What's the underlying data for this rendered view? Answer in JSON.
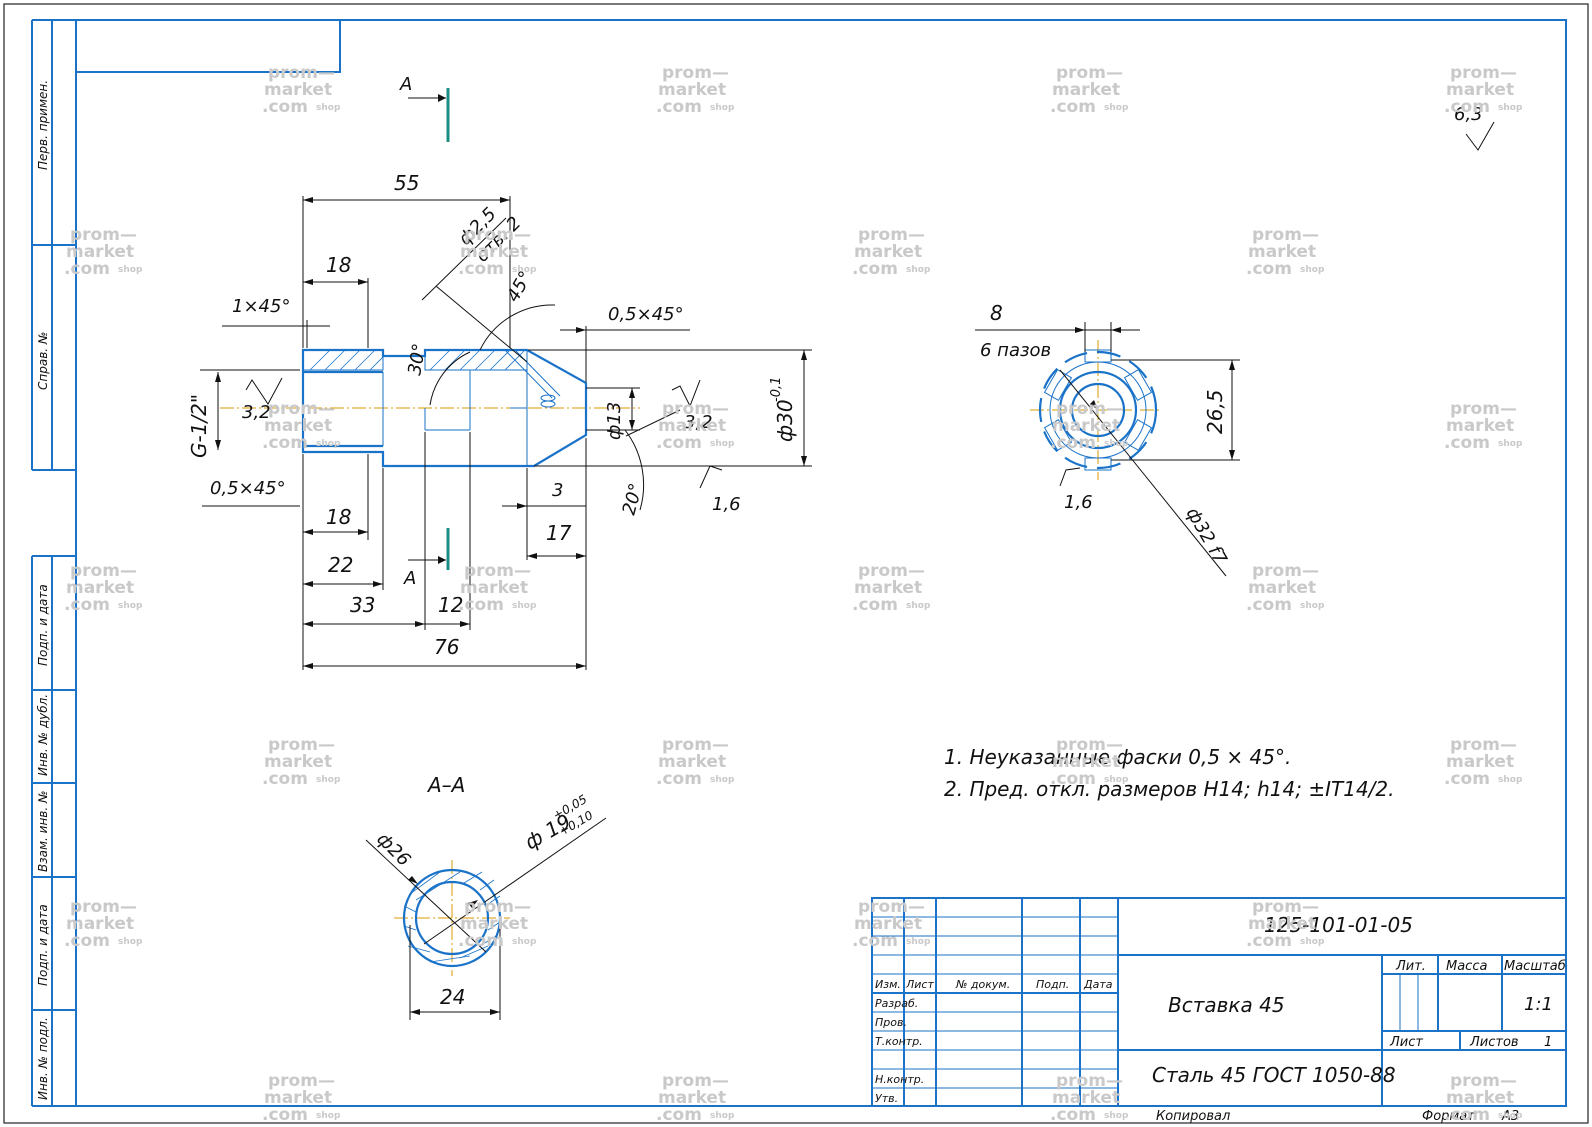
{
  "drawing": {
    "designation": "125-101-01-05",
    "part_name": "Вставка 45",
    "material": "Сталь 45 ГОСТ 1050-88",
    "scale_value": "1:1",
    "sheets_value": "1",
    "copied_label": "Копировал",
    "format_label": "Формат",
    "format_value": "А3",
    "roughness_general": "6,3"
  },
  "side_stamp": {
    "perv_primen": "Перв. примен.",
    "sprav_no": "Справ. №",
    "podp_data_1": "Подп. и дата",
    "inv_dubl": "Инв. № дубл.",
    "vzam_inv": "Взам. инв. №",
    "podp_data_2": "Подп. и дата",
    "inv_podl": "Инв. № подл."
  },
  "title_block": {
    "izm": "Изм.",
    "list": "Лист",
    "doc_no": "№ докум.",
    "podp": "Подп.",
    "data": "Дата",
    "razrab": "Разраб.",
    "prov": "Пров.",
    "tkontr": "Т.контр.",
    "nkontr": "Н.контр.",
    "utv": "Утв.",
    "lit": "Лит.",
    "massa": "Масса",
    "masshtab": "Масштаб",
    "list2": "Лист",
    "listov": "Листов"
  },
  "notes": [
    "1. Неуказанные фаски 0,5 × 45°.",
    "2. Пред. откл. размеров H14; h14; ±IT14/2."
  ],
  "front_view": {
    "section_mark": "А",
    "dim_55": "55",
    "dim_hole": "ф2,5",
    "dim_hole_count": "отв. 2",
    "dim_18_top": "18",
    "dim_chamfer_1x45": "1×45°",
    "dim_45deg": "45°",
    "dim_chamfer_05_right": "0,5×45°",
    "dim_30deg": "30°",
    "dim_thread": "G-1/2\"",
    "rough_32_left": "3,2",
    "dim_d13": "ф13",
    "rough_32_right": "3,2",
    "dim_d30": "ф30",
    "dim_d30_tol": "-0,1",
    "dim_chamfer_05_left": "0,5×45°",
    "dim_18_bottom": "18",
    "dim_3": "3",
    "dim_20deg": "20°",
    "rough_16": "1,6",
    "dim_17": "17",
    "dim_22": "22",
    "dim_33": "33",
    "dim_12": "12",
    "dim_76": "76"
  },
  "end_view": {
    "dim_8": "8",
    "slots": "6 пазов",
    "dim_265": "26,5",
    "rough_16": "1,6",
    "dim_d32": "ф32 f7"
  },
  "section_view": {
    "title": "А–А",
    "dim_d26": "ф26",
    "dim_d19": "ф 19",
    "dim_d19_tol_up": "+0,05",
    "dim_d19_tol_low": "+0,10",
    "dim_24": "24"
  },
  "watermark": {
    "line1": "prom—",
    "line2": "market",
    "line3": ".com",
    "line4": "shop"
  },
  "colors": {
    "part_lines": "#1a73c8",
    "dimension_lines": "#111111",
    "axis_lines": "#d99a00",
    "section_marker": "#1a8c80",
    "watermark": "#c9c9c9"
  }
}
